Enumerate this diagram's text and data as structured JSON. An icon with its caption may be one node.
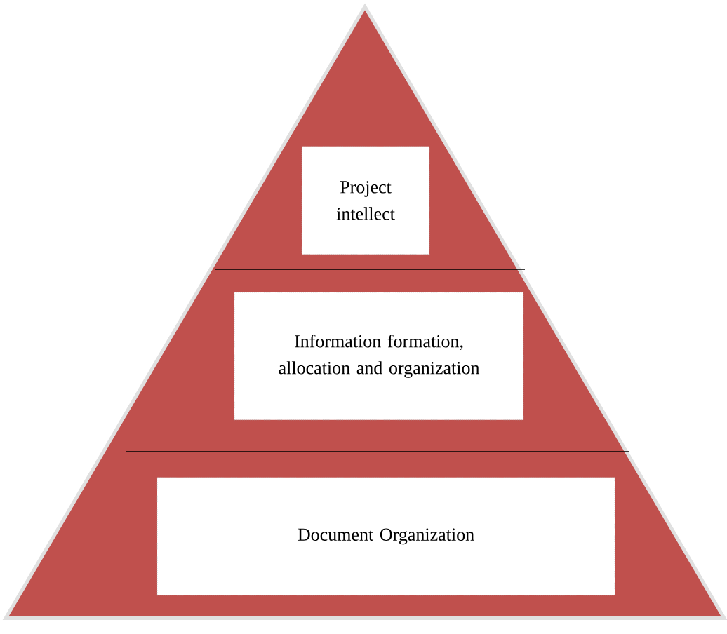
{
  "diagram": {
    "nodes": [
      {
        "text": [],
        "shape": "triangle"
      },
      {
        "text": [
          "Project intellect"
        ],
        "in": 0
      },
      {
        "text": [
          "Information formation, allocation and organization"
        ],
        "in": 0
      },
      {
        "text": [
          "Document Organization"
        ],
        "in": 0
      }
    ]
  }
}
